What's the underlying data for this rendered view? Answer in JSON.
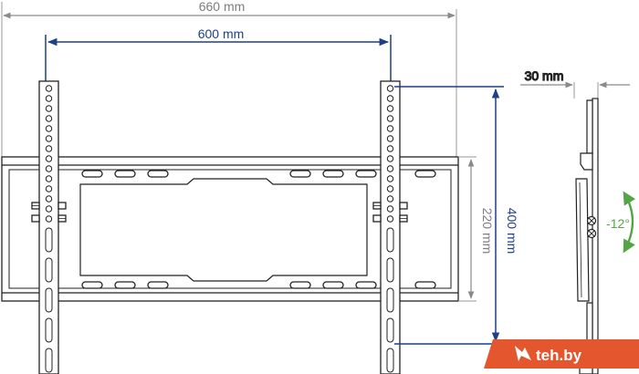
{
  "dimensions": {
    "overall_width": "660 mm",
    "hole_spacing_horizontal": "600 mm",
    "depth": "30 mm",
    "plate_height": "220 mm",
    "hole_spacing_vertical": "400 mm",
    "tilt_angle": "-12°"
  },
  "watermark": {
    "text": "teh.by"
  },
  "colors": {
    "gray_dim": "#8a8a8a",
    "blue_dim": "#1f3f8a",
    "green_arrow": "#55a445",
    "watermark_bg": "#e4572e",
    "outline": "#222222"
  },
  "icons": {
    "tilt": "curved-double-arrow-icon",
    "brand": "logo-icon"
  }
}
